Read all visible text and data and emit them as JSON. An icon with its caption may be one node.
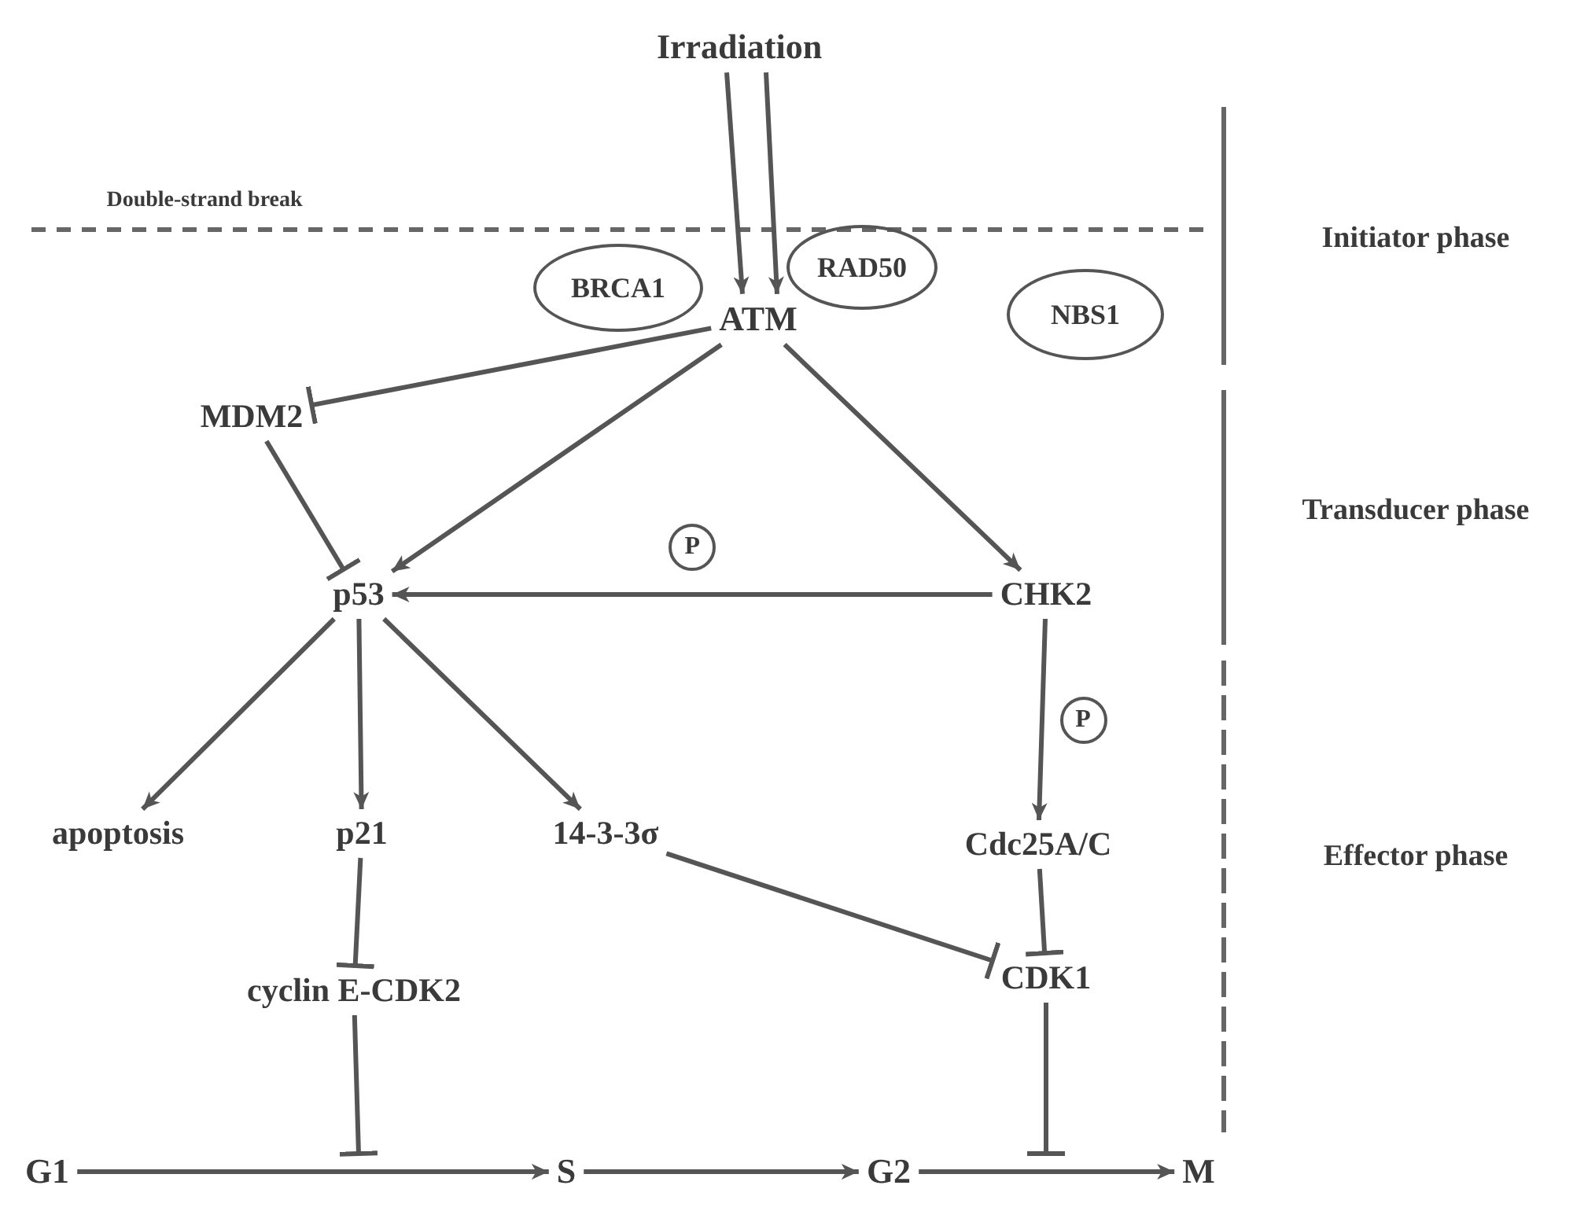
{
  "diagram": {
    "nodes": [
      {
        "text": [
          "Irradiation"
        ]
      },
      {
        "text": [
          "BRCA1"
        ]
      },
      {
        "text": [
          "RAD50"
        ]
      },
      {
        "text": [
          "NBS1"
        ]
      },
      {
        "text": [
          "ATM"
        ]
      },
      {
        "text": [
          "MDM2"
        ]
      },
      {
        "text": [
          "p53"
        ]
      },
      {
        "text": [
          "CHK2"
        ]
      },
      {
        "text": [
          "apoptosis"
        ]
      },
      {
        "text": [
          "p21"
        ]
      },
      {
        "text": [
          "14-3-3σ"
        ]
      },
      {
        "text": [
          "Cdc25A/C"
        ]
      },
      {
        "text": [
          "cyclin E-CDK2"
        ]
      },
      {
        "text": [
          "CDK1"
        ]
      },
      {
        "text": [
          "G1"
        ]
      },
      {
        "text": [
          "S"
        ]
      },
      {
        "text": [
          "G2"
        ]
      },
      {
        "text": [
          "M"
        ]
      }
    ],
    "edges": [
      {
        "from": 0,
        "to": 4,
        "arrow": "to"
      },
      {
        "from": 0,
        "to": 4,
        "arrow": "to"
      },
      {
        "from": 4,
        "to": 5,
        "arrow": "other"
      },
      {
        "from": 5,
        "to": 6,
        "arrow": "other"
      },
      {
        "from": 4,
        "to": 6,
        "arrow": "to"
      },
      {
        "from": 4,
        "to": 7,
        "arrow": "to"
      },
      {
        "from": 7,
        "to": 6,
        "arrow": "to",
        "label": "P"
      },
      {
        "from": 7,
        "to": 11,
        "arrow": "to",
        "label": "P"
      },
      {
        "from": 6,
        "to": 8,
        "arrow": "to"
      },
      {
        "from": 6,
        "to": 9,
        "arrow": "to"
      },
      {
        "from": 6,
        "to": 10,
        "arrow": "to"
      },
      {
        "from": 9,
        "to": 12,
        "arrow": "other"
      },
      {
        "from": 10,
        "to": 13,
        "arrow": "other"
      },
      {
        "from": 11,
        "to": 13,
        "arrow": "other"
      },
      {
        "from": 12,
        "to": null,
        "arrow": "other"
      },
      {
        "from": 13,
        "to": null,
        "arrow": "other"
      },
      {
        "from": 14,
        "to": 15,
        "arrow": "to"
      },
      {
        "from": 15,
        "to": 16,
        "arrow": "to"
      },
      {
        "from": 16,
        "to": 17,
        "arrow": "to"
      }
    ],
    "labels": [
      "Double-strand break",
      "Initiator phase",
      "Transducer phase",
      "Effector phase"
    ]
  }
}
